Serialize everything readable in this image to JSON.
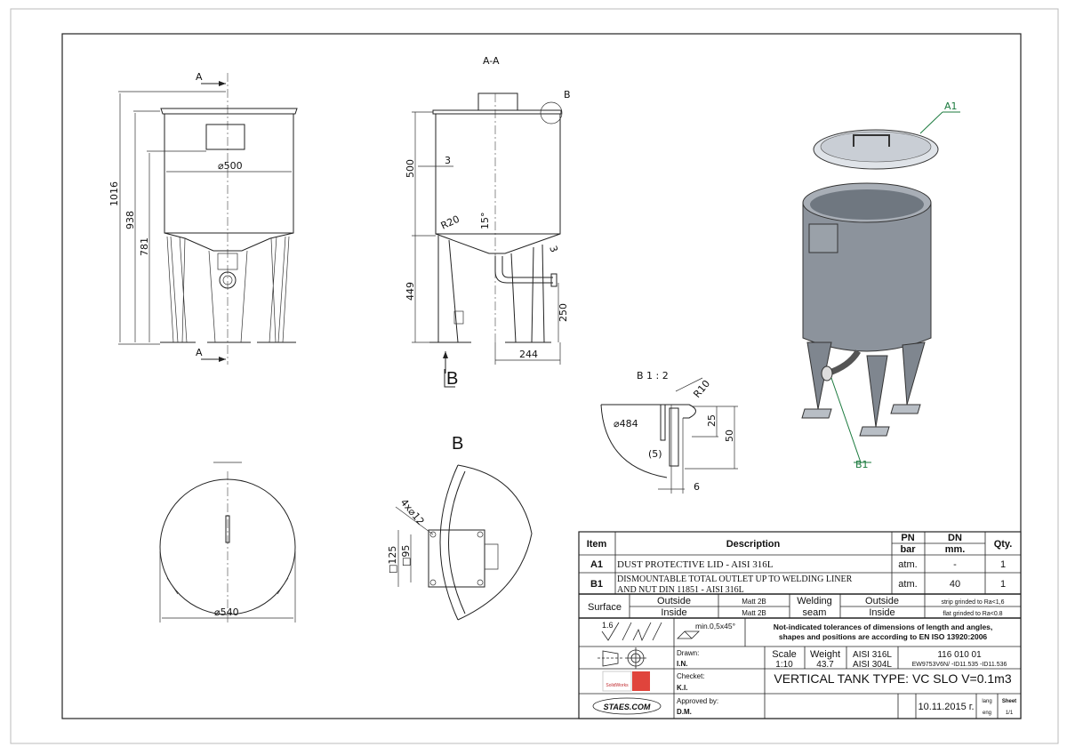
{
  "views": {
    "section_arrow_label": "A",
    "section_title": "A-A",
    "detail_callout": "B",
    "view_b_arrow_label": "B",
    "view_b_title": "B",
    "detail_title": "B 1 : 2"
  },
  "front_view_dims": {
    "d1016": "1016",
    "d938": "938",
    "d781": "781",
    "dia500": "⌀500"
  },
  "section_dims": {
    "d500": "500",
    "d449": "449",
    "d3a": "3",
    "d3b": "3",
    "r20": "R20",
    "a15": "15°",
    "d250": "250",
    "d244": "244"
  },
  "detail_dims": {
    "r10": "R10",
    "dia484": "⌀484",
    "d25": "25",
    "d50": "50",
    "d5": "(5)",
    "d6": "6"
  },
  "top_view_dims": {
    "dia540": "⌀540"
  },
  "view_b_dims": {
    "holes": "4x⌀12",
    "sq125": "□125",
    "sq95": "□95"
  },
  "iso_callouts": {
    "a1": "A1",
    "b1": "B1",
    "color": "#1b7a3e"
  },
  "title_block": {
    "headers": {
      "item": "Item",
      "description": "Description",
      "pn": "PN",
      "pn_unit": "bar",
      "dn": "DN",
      "dn_unit": "mm.",
      "qty": "Qty."
    },
    "rows": [
      {
        "item": "A1",
        "description": "DUST PROTECTIVE LID - AISI 316L",
        "description2": "",
        "pn": "atm.",
        "dn": "-",
        "qty": "1"
      },
      {
        "item": "B1",
        "description": "DISMOUNTABLE TOTAL OUTLET UP TO WELDING LINER",
        "description2": "AND NUT DIN 11851 - AISI 316L",
        "pn": "atm.",
        "dn": "40",
        "qty": "1"
      }
    ],
    "surface": {
      "label": "Surface",
      "outside": "Outside",
      "inside": "Inside",
      "outside_finish": "Matt 2B",
      "inside_finish": "Matt 2B",
      "welding_label1": "Welding",
      "welding_label2": "seam",
      "weld_outside": "Outside",
      "weld_inside": "Inside",
      "weld_outside_finish": "strip grinded to Ra<1,6",
      "weld_inside_finish": "flat grinded to Ra<0.8"
    },
    "roughness": "1.6",
    "chamfer": "min.0,5x45°",
    "tolerance_note1": "Not-indicated tolerances of dimensions of length and angles,",
    "tolerance_note2": "shapes and positions are according to EN ISO 13920:2006",
    "drawn_label": "Drawn:",
    "drawn_by": "I.N.",
    "checked_label": "Checket:",
    "checked_by": "K.I.",
    "approved_label": "Approved by:",
    "approved_by": "D.M.",
    "scale_label": "Scale",
    "scale": "1:10",
    "weight_label": "Weight",
    "weight": "43.7",
    "material1": "AISI 316L",
    "material2": "AISI 304L",
    "drawing_number": "116 010 01",
    "drawing_ref": "EW9753V6N/ -ID11.535 -ID11.536",
    "title": "VERTICAL TANK TYPE: VC SLO V=0.1m3",
    "date": "10.11.2015 г.",
    "lang_label": "lang",
    "lang": "eng",
    "sheet_label": "Sheet",
    "sheet": "1/1",
    "logo_solidworks": "SolidWorks",
    "logo_staes": "STAES.COM"
  }
}
